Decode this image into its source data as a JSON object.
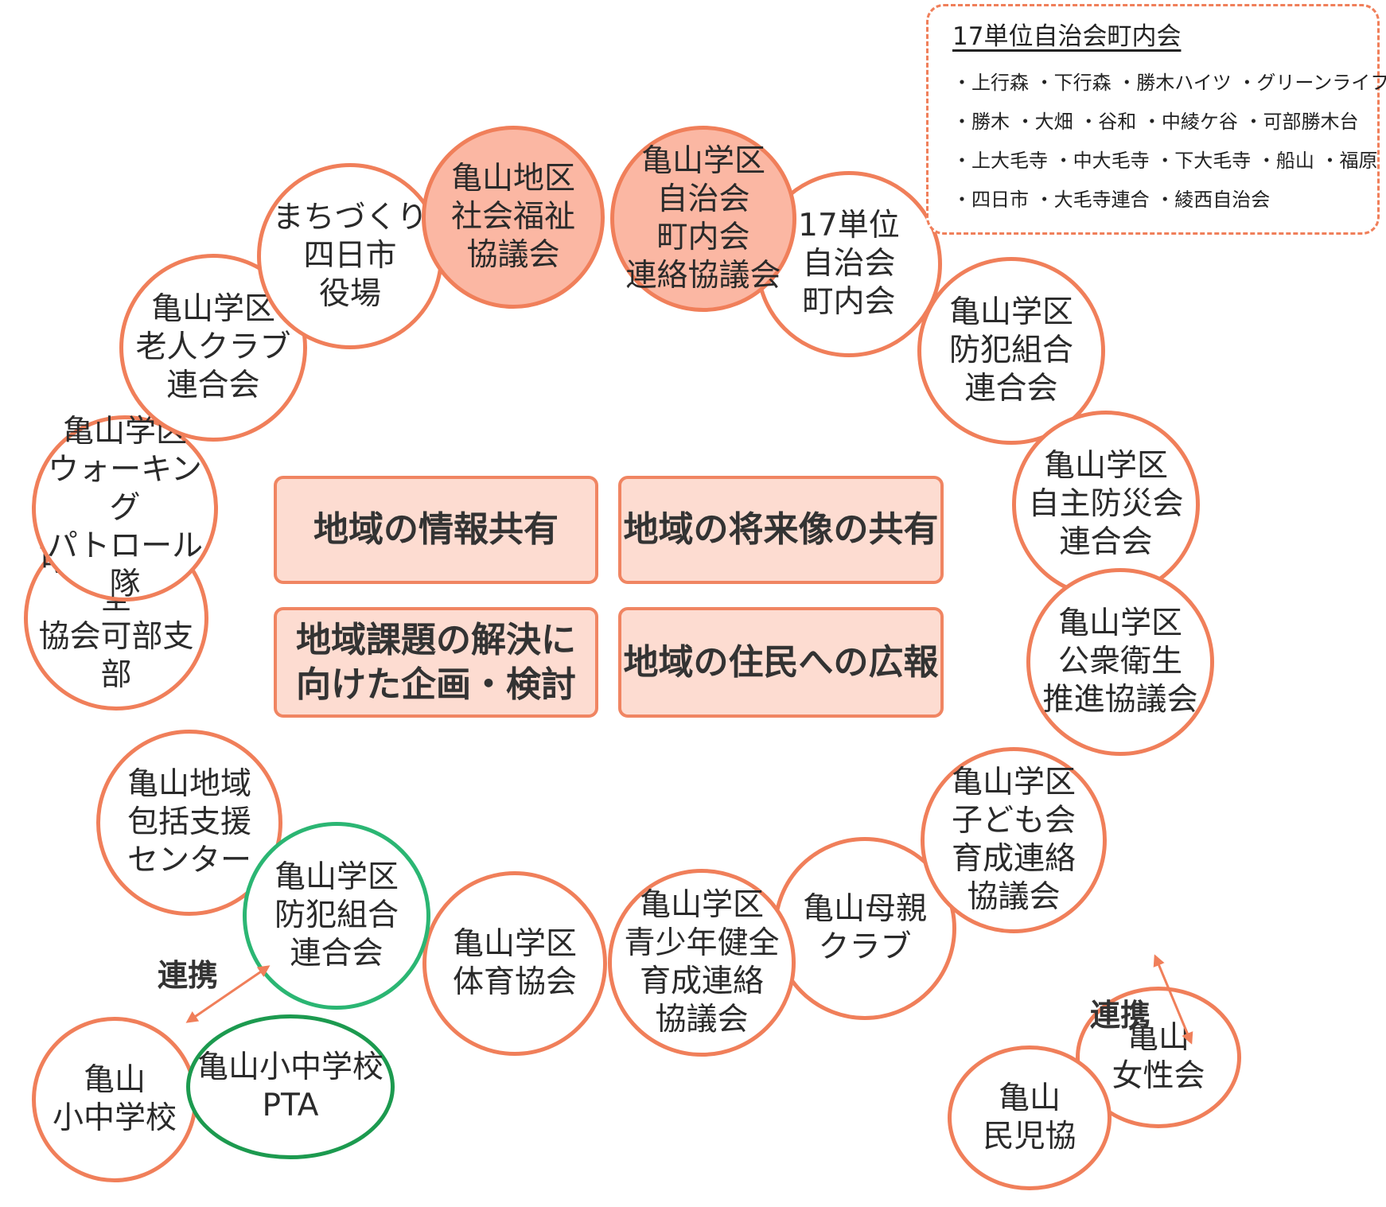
{
  "circles": {
    "machizukuri": "まちづくり\n四日市\n役場",
    "shakai_fukushi": "亀山地区\n社会福祉\n協議会",
    "jichikai_renraku": "亀山学区\n自治会\n町内会\n連絡協議会",
    "jichikai17": "17単位\n自治会\n町内会",
    "roujin": "亀山学区\n老人クラブ\n連合会",
    "bohan_right": "亀山学区\n防犯組合\n連合会",
    "walking": "亀山学区\nウォーキング\nパトロール隊",
    "jishu_bosai": "亀山学区\n自主防災会\n連合会",
    "kotsu": "可部交通安全\n協会可部支部",
    "koshu": "亀山学区\n公衆衛生\n推進協議会",
    "houkatsu": "亀山地域\n包括支援\nセンター",
    "kodomo": "亀山学区\n子ども会\n育成連絡\n協議会",
    "bohan_green": "亀山学区\n防犯組合\n連合会",
    "taiiku": "亀山学区\n体育協会",
    "seishonen": "亀山学区\n青少年健全\n育成連絡\n協議会",
    "boshin": "亀山母親\nクラブ",
    "school": "亀山\n小中学校",
    "pta": "亀山小中学校\nPTA",
    "josei": "亀山\n女性会",
    "minji": "亀山\n民児協"
  },
  "boxes": {
    "info": "地域の情報共有",
    "vision": "地域の将来像の共有",
    "issues": "地域課題の解決に\n向けた企画・検討",
    "pr": "地域の住民への広報"
  },
  "links": {
    "left": "連携",
    "right": "連携"
  },
  "legend": {
    "title": "17単位自治会町内会",
    "rows": [
      "・上行森 ・下行森 ・勝木ハイツ ・グリーンライフ",
      "・勝木 ・大畑 ・谷和 ・中綾ケ谷 ・可部勝木台",
      "・上大毛寺 ・中大毛寺 ・下大毛寺 ・船山 ・福原",
      "・四日市 ・大毛寺連合 ・綾西自治会"
    ]
  },
  "colors": {
    "circle_border": "#f07f5a",
    "circle_fill_highlight": "#fbb7a3",
    "box_fill": "#fddcd1",
    "green_border": "#2bb673",
    "dark_green_border": "#1c9a4f"
  }
}
